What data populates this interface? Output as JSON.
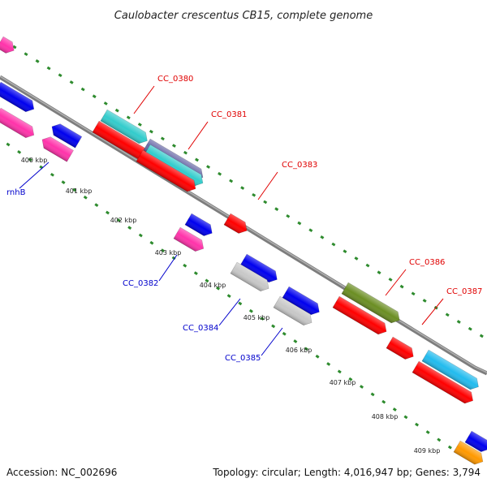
{
  "title": "Caulobacter crescentus CB15, complete genome",
  "footer": {
    "accession": "Accession: NC_002696",
    "topology": "Topology: circular; Length: 4,016,947 bp; Genes: 3,794"
  },
  "colors": {
    "backbone": "#8a8a8a",
    "tick": "#2e8b2e",
    "forward_label": "#e00000",
    "reverse_label": "#0000cc",
    "red": "#ff0000",
    "blue": "#0000ee",
    "cyan": "#33cccc",
    "sky": "#22bbee",
    "magenta": "#ff33aa",
    "olive": "#6b8e23",
    "purple": "#6a6aa8",
    "grey": "#c8c8c8",
    "orange": "#ff9900"
  },
  "kbp_labels": [
    "400 kbp",
    "401 kbp",
    "402 kbp",
    "403 kbp",
    "404 kbp",
    "405 kbp",
    "406 kbp",
    "407 kbp",
    "408 kbp",
    "409 kbp"
  ],
  "gene_labels": [
    {
      "text": "CC_0380",
      "strand": "forward"
    },
    {
      "text": "CC_0381",
      "strand": "forward"
    },
    {
      "text": "CC_0383",
      "strand": "forward"
    },
    {
      "text": "CC_0386",
      "strand": "forward"
    },
    {
      "text": "CC_0387",
      "strand": "forward"
    },
    {
      "text": "rnhB",
      "strand": "reverse"
    },
    {
      "text": "CC_0382",
      "strand": "reverse"
    },
    {
      "text": "CC_0384",
      "strand": "reverse"
    },
    {
      "text": "CC_0385",
      "strand": "reverse"
    }
  ],
  "features": [
    {
      "name": "magenta",
      "color": "magenta",
      "direction": "forward"
    },
    {
      "name": "blue",
      "color": "blue",
      "direction": "reverse"
    },
    {
      "name": "magenta",
      "color": "magenta",
      "direction": "forward"
    },
    {
      "name": "blue",
      "color": "blue",
      "direction": "reverse"
    },
    {
      "name": "magenta",
      "color": "magenta",
      "direction": "reverse"
    },
    {
      "name": "CC_0380",
      "color": "cyan",
      "direction": "forward"
    },
    {
      "name": "CC_0380",
      "color": "red",
      "direction": "forward"
    },
    {
      "name": "CC_0381",
      "color": "purple",
      "direction": "forward"
    },
    {
      "name": "CC_0381",
      "color": "cyan",
      "direction": "forward"
    },
    {
      "name": "CC_0381",
      "color": "red",
      "direction": "forward"
    },
    {
      "name": "CC_0382",
      "color": "blue",
      "direction": "forward"
    },
    {
      "name": "CC_0382",
      "color": "magenta",
      "direction": "forward"
    },
    {
      "name": "CC_0383",
      "color": "red",
      "direction": "forward"
    },
    {
      "name": "CC_0384",
      "color": "blue",
      "direction": "forward"
    },
    {
      "name": "CC_0384",
      "color": "grey",
      "direction": "forward"
    },
    {
      "name": "CC_0385",
      "color": "blue",
      "direction": "forward"
    },
    {
      "name": "CC_0385",
      "color": "grey",
      "direction": "forward"
    },
    {
      "name": "CC_0386",
      "color": "olive",
      "direction": "forward"
    },
    {
      "name": "CC_0386",
      "color": "red",
      "direction": "forward"
    },
    {
      "name": "CC_0386",
      "color": "red",
      "direction": "forward"
    },
    {
      "name": "CC_0387",
      "color": "sky",
      "direction": "forward"
    },
    {
      "name": "CC_0387",
      "color": "red",
      "direction": "forward"
    },
    {
      "name": "blue",
      "color": "blue",
      "direction": "reverse"
    },
    {
      "name": "orange",
      "color": "orange",
      "direction": "forward"
    }
  ]
}
